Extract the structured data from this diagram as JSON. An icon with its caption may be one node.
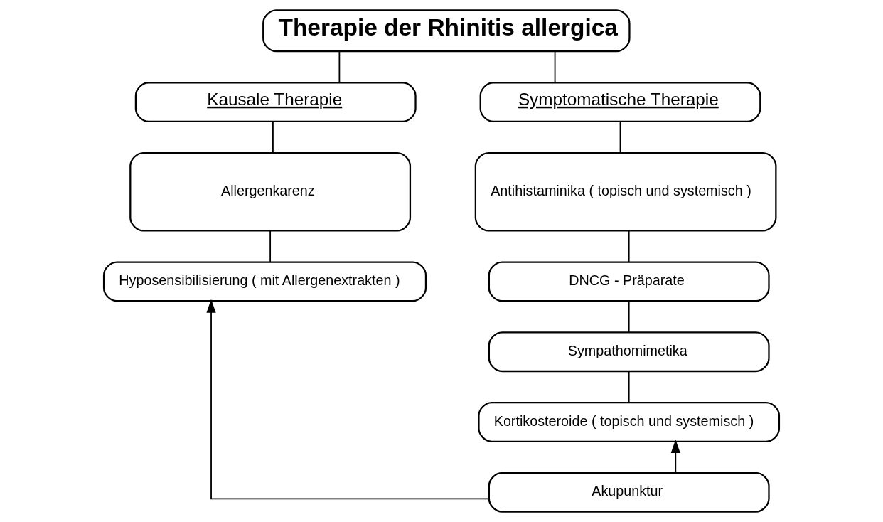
{
  "diagram": {
    "nodes": [
      {
        "text": [
          "Therapie der Rhinitis allergica"
        ]
      },
      {
        "text": [
          "Kausale Therapie"
        ]
      },
      {
        "text": [
          "Symptomatische Therapie"
        ]
      },
      {
        "text": [
          "Allergenkarenz"
        ]
      },
      {
        "text": [
          "Hyposensibilisierung ( mit Allergenextrakten )"
        ]
      },
      {
        "text": [
          "Antihistaminika ( topisch und systemisch )"
        ]
      },
      {
        "text": [
          "DNCG - Präparate"
        ]
      },
      {
        "text": [
          "Sympathomimetika"
        ]
      },
      {
        "text": [
          "Kortikosteroide ( topisch und systemisch )"
        ]
      },
      {
        "text": [
          "Akupunktur"
        ]
      }
    ],
    "edges": [
      {
        "from": 0,
        "to": 1,
        "arrow": "none"
      },
      {
        "from": 0,
        "to": 2,
        "arrow": "none"
      },
      {
        "from": 1,
        "to": 3,
        "arrow": "none"
      },
      {
        "from": 3,
        "to": 4,
        "arrow": "none"
      },
      {
        "from": 2,
        "to": 5,
        "arrow": "none"
      },
      {
        "from": 5,
        "to": 6,
        "arrow": "none"
      },
      {
        "from": 6,
        "to": 7,
        "arrow": "none"
      },
      {
        "from": 7,
        "to": 8,
        "arrow": "none"
      },
      {
        "from": 9,
        "to": 4,
        "arrow": "to"
      },
      {
        "from": 9,
        "to": 8,
        "arrow": "to"
      }
    ]
  }
}
